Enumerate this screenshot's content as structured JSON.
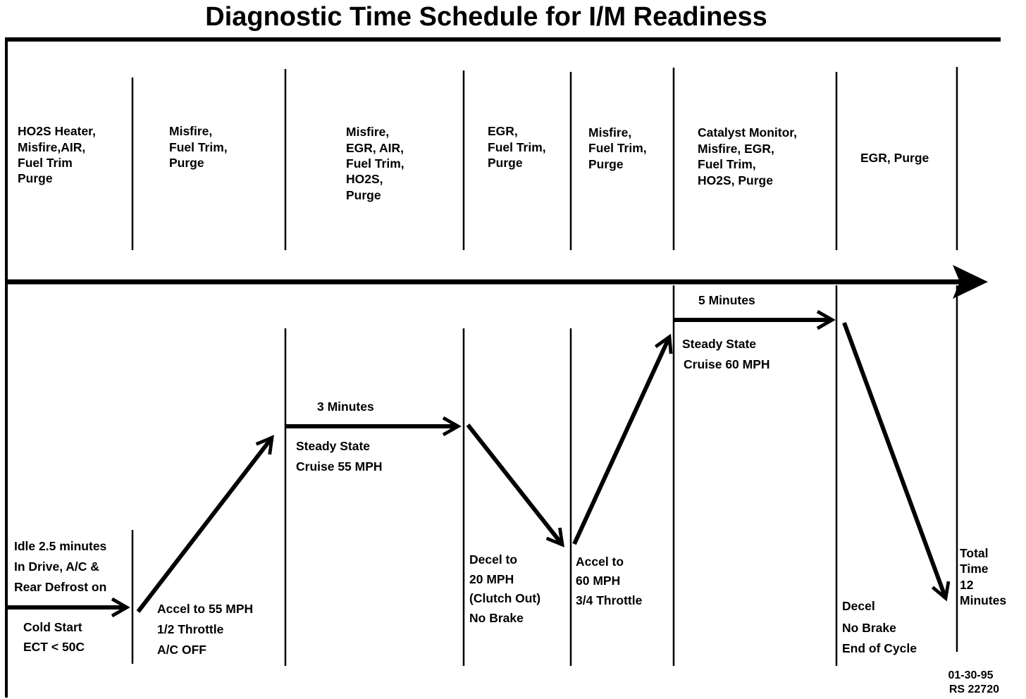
{
  "title": "Diagnostic Time Schedule for I/M Readiness",
  "monitors": [
    [
      "HO2S Heater,",
      "Misfire,AIR,",
      "Fuel Trim",
      "Purge"
    ],
    [
      "Misfire,",
      "Fuel Trim,",
      "Purge"
    ],
    [
      "Misfire,",
      "EGR, AIR,",
      "Fuel Trim,",
      "HO2S,",
      "Purge"
    ],
    [
      "EGR,",
      "Fuel Trim,",
      "Purge"
    ],
    [
      "Misfire,",
      "Fuel Trim,",
      "Purge"
    ],
    [
      "Catalyst Monitor,",
      "Misfire, EGR,",
      "Fuel Trim,",
      "HO2S, Purge"
    ],
    [
      "EGR, Purge"
    ]
  ],
  "phases": {
    "idle": [
      "Idle 2.5 minutes",
      "In Drive, A/C &",
      "Rear Defrost on"
    ],
    "cold_start": [
      "Cold Start",
      "ECT  <  50C"
    ],
    "accel_55": [
      "Accel to 55 MPH",
      "1/2 Throttle",
      "A/C OFF"
    ],
    "duration_3": "3 Minutes",
    "cruise_55": [
      "Steady State",
      "Cruise 55 MPH"
    ],
    "decel_20": [
      "Decel to",
      "20 MPH",
      "(Clutch Out)",
      "No Brake"
    ],
    "accel_60": [
      "Accel to",
      "60 MPH",
      "3/4 Throttle"
    ],
    "duration_5": "5 Minutes",
    "cruise_60": [
      "Steady State",
      "Cruise 60 MPH"
    ],
    "decel_end": [
      "Decel",
      "No Brake",
      "End of Cycle"
    ],
    "total_time": [
      "Total",
      "Time",
      "12",
      "Minutes"
    ]
  },
  "footer": [
    "01-30-95",
    "RS 22720"
  ]
}
